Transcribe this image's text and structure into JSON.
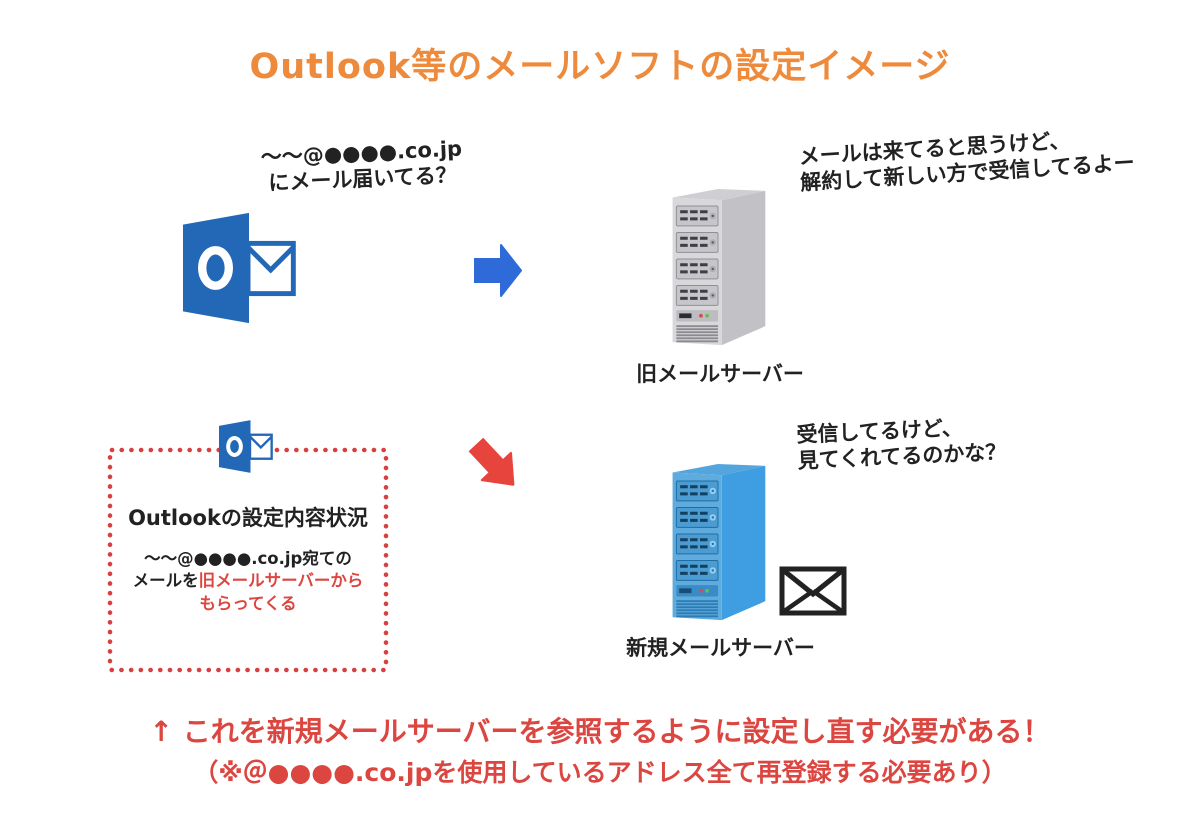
{
  "title": "Outlook等のメールソフトの設定イメージ",
  "colors": {
    "title_orange": "#ED8A3C",
    "outlook_blue": "#2268B6",
    "arrow_blue": "#2F6BD8",
    "arrow_red": "#E8443E",
    "alert_red": "#DC4640",
    "dotted_border_red": "#D84040",
    "text_black": "#222222",
    "old_server_gray": "#C2C2C6",
    "new_server_blue": "#3F9DE2"
  },
  "top_flow": {
    "question_line1": "〜〜@●●●●.co.jp",
    "question_line2": "にメール届いてる？",
    "server_label": "旧メールサーバー",
    "reply_line1": "メールは来てると思うけど、",
    "reply_line2": "解約して新しい方で受信してるよー"
  },
  "bottom_flow": {
    "settings_box": {
      "heading": "Outlookの設定内容状況",
      "body_line1": "〜〜@●●●●.co.jp宛ての",
      "body_line2_black": "メールを",
      "body_line2_red": "旧メールサーバーから",
      "body_line3_red": "もらってくる"
    },
    "server_label": "新規メールサーバー",
    "reply_line1": "受信してるけど、",
    "reply_line2": "見てくれてるのかな？"
  },
  "footer": {
    "line1": "↑ これを新規メールサーバーを参照するように設定し直す必要がある！",
    "line2": "（※＠●●●●.co.jpを使用しているアドレス全て再登録する必要あり）"
  }
}
